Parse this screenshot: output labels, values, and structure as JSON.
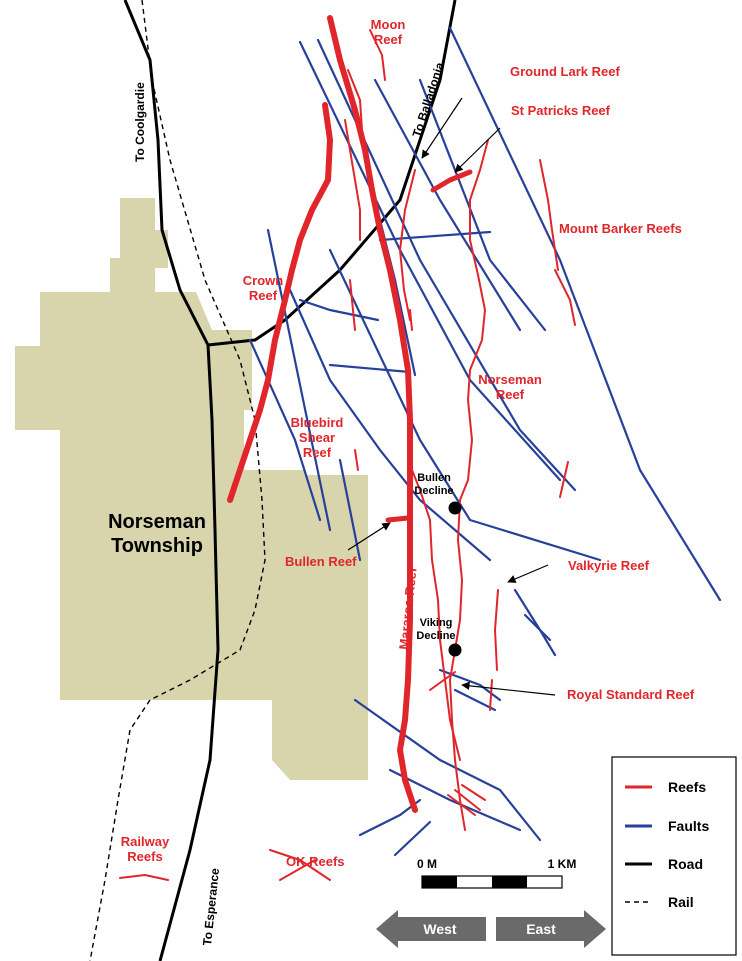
{
  "colors": {
    "reef": "#e0262b",
    "fault": "#27409a",
    "road": "#000000",
    "township": "#d8d5ac",
    "arrow": "#6a6a6a"
  },
  "map": {
    "township": {
      "line1": "Norseman",
      "line2": "Township"
    },
    "roads": {
      "coolgardie": "To Coolgardie",
      "balladonia": "To Balladonia",
      "esperance": "To Esperance"
    },
    "reefs": {
      "moon": [
        "Moon",
        "Reef"
      ],
      "ground_lark": "Ground Lark Reef",
      "st_patricks": "St Patricks Reef",
      "mount_barker": "Mount Barker Reefs",
      "crown": [
        "Crown",
        "Reef"
      ],
      "norseman": [
        "Norseman",
        "Reef"
      ],
      "bluebird": [
        "Bluebird",
        "Shear",
        "Reef"
      ],
      "bullen": "Bullen Reef",
      "mararoa": "Mararoa Reef",
      "valkyrie": "Valkyrie Reef",
      "royal_standard": "Royal Standard Reef",
      "ok": "OK Reefs",
      "railway": [
        "Railway",
        "Reefs"
      ]
    },
    "declines": {
      "bullen": [
        "Bullen",
        "Decline"
      ],
      "viking": [
        "Viking",
        "Decline"
      ]
    }
  },
  "legend": {
    "reefs": "Reefs",
    "faults": "Faults",
    "road": "Road",
    "rail": "Rail"
  },
  "scale": {
    "start": "0 M",
    "end": "1 KM"
  },
  "direction": {
    "west": "West",
    "east": "East"
  }
}
